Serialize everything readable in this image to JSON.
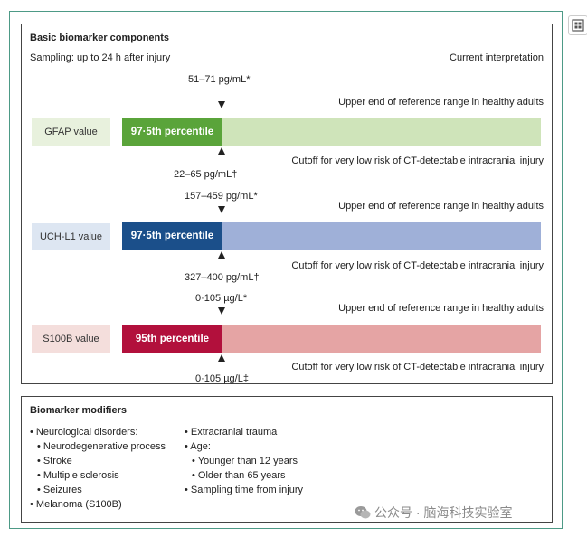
{
  "top_panel": {
    "title": "Basic biomarker components",
    "sampling": "Sampling: up to 24 h after injury",
    "current_interpretation": "Current interpretation",
    "rows": [
      {
        "label": "GFAP value",
        "percentile": "97·5th percentile",
        "upper_value": "51–71 pg/mL*",
        "upper_text": "Upper end of reference range in healthy adults",
        "cutoff_text": "Cutoff for very low risk  of CT-detectable intracranial injury",
        "cutoff_value": "22–65 pg/mL†"
      },
      {
        "label": "UCH-L1 value",
        "percentile": "97·5th percentile",
        "upper_value": "157–459 pg/mL*",
        "upper_text": "Upper end of reference range in healthy adults",
        "cutoff_text": "Cutoff for very low risk of CT-detectable intracranial injury",
        "cutoff_value": "327–400 pg/mL†"
      },
      {
        "label": "S100B value",
        "percentile": "95th percentile",
        "upper_value": "0·105 µg/L*",
        "upper_text": "Upper end of reference range in healthy adults",
        "cutoff_text": "Cutoff for very low risk of CT-detectable intracranial injury",
        "cutoff_value": "0·105 µg/L‡"
      }
    ]
  },
  "bottom_panel": {
    "title": "Biomarker modifiers",
    "col1": [
      "• Neurological disorders:",
      "• Neurodegenerative process",
      "• Stroke",
      "• Multiple sclerosis",
      "• Seizures",
      "• Melanoma (S100B)"
    ],
    "col2": [
      "• Extracranial trauma",
      "• Age:",
      "• Younger than 12 years",
      "• Older than 65 years",
      "• Sampling time from injury"
    ]
  },
  "watermark": "公众号 · 脑海科技实验室",
  "colors": {
    "frame": "#4d9a86",
    "gfap_dark": "#5aa43a",
    "gfap_light": "#cfe4ba",
    "gfap_label_bg": "#e8f1dd",
    "uchl1_dark": "#1b4f8a",
    "uchl1_light": "#9fb0d8",
    "uchl1_label_bg": "#dde6f2",
    "s100b_dark": "#b2103c",
    "s100b_light": "#e5a4a4",
    "s100b_label_bg": "#f4dedc"
  },
  "icons": {
    "corner_button": "qr-scan-icon",
    "watermark_logo": "wechat-icon"
  }
}
